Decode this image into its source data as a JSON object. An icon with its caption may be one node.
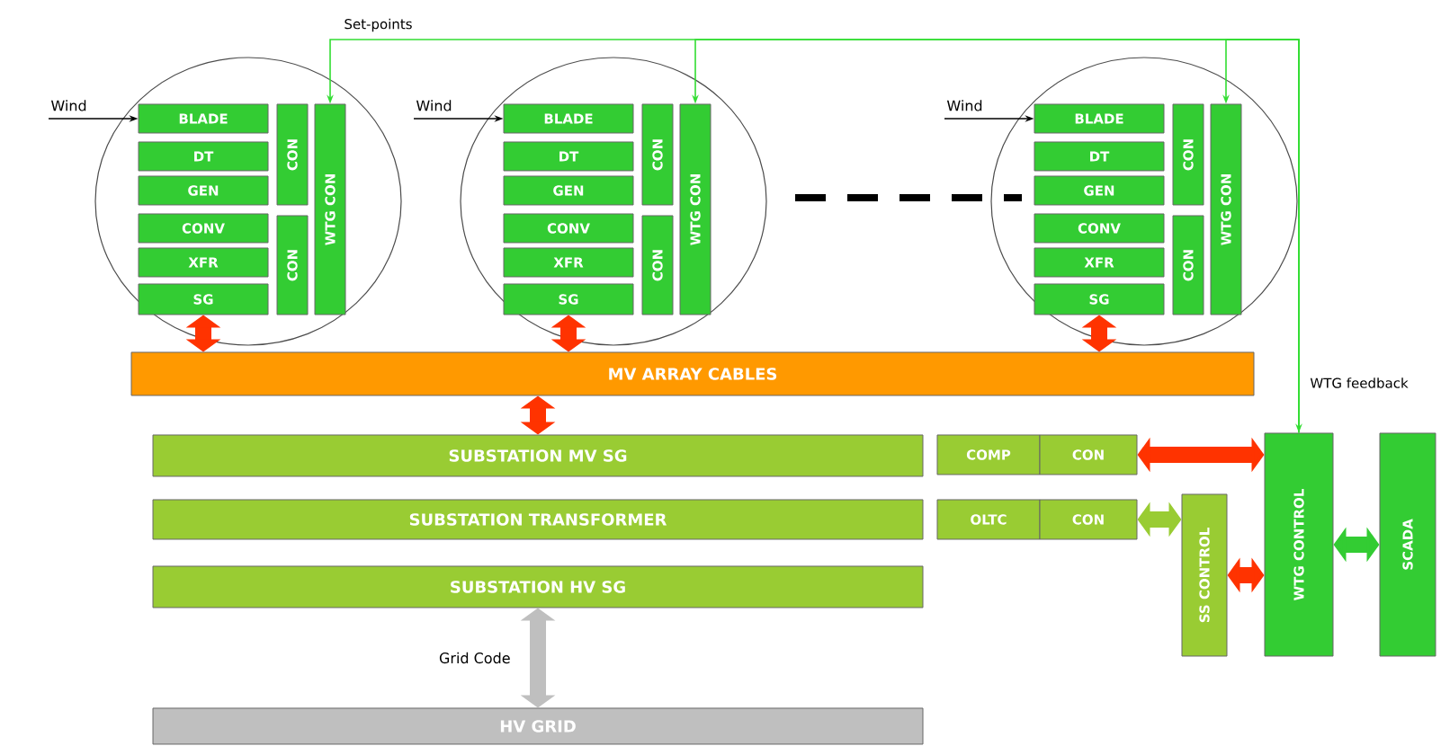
{
  "diagram": {
    "nodes": [
      {
        "text": [],
        "shape": "circle"
      },
      {
        "text": [
          "BLADE"
        ],
        "in": 0
      },
      {
        "text": [
          "DT"
        ],
        "in": 0
      },
      {
        "text": [
          "GEN"
        ],
        "in": 0
      },
      {
        "text": [
          "CONV"
        ],
        "in": 0
      },
      {
        "text": [
          "XFR"
        ],
        "in": 0
      },
      {
        "text": [
          "SG"
        ],
        "in": 0
      },
      {
        "text": [
          "CON"
        ],
        "in": 0
      },
      {
        "text": [
          "CON"
        ],
        "in": 0
      },
      {
        "text": [
          "WTG CON"
        ],
        "in": 0
      },
      {
        "text": [],
        "shape": "circle"
      },
      {
        "text": [
          "BLADE"
        ],
        "in": 10
      },
      {
        "text": [
          "DT"
        ],
        "in": 10
      },
      {
        "text": [
          "GEN"
        ],
        "in": 10
      },
      {
        "text": [
          "CONV"
        ],
        "in": 10
      },
      {
        "text": [
          "XFR"
        ],
        "in": 10
      },
      {
        "text": [
          "SG"
        ],
        "in": 10
      },
      {
        "text": [
          "CON"
        ],
        "in": 10
      },
      {
        "text": [
          "CON"
        ],
        "in": 10
      },
      {
        "text": [
          "WTG CON"
        ],
        "in": 10
      },
      {
        "text": [],
        "shape": "circle"
      },
      {
        "text": [
          "BLADE"
        ],
        "in": 20
      },
      {
        "text": [
          "DT"
        ],
        "in": 20
      },
      {
        "text": [
          "GEN"
        ],
        "in": 20
      },
      {
        "text": [
          "CONV"
        ],
        "in": 20
      },
      {
        "text": [
          "XFR"
        ],
        "in": 20
      },
      {
        "text": [
          "SG"
        ],
        "in": 20
      },
      {
        "text": [
          "CON"
        ],
        "in": 20
      },
      {
        "text": [
          "CON"
        ],
        "in": 20
      },
      {
        "text": [
          "WTG CON"
        ],
        "in": 20
      },
      {
        "text": [
          "MV ARRAY CABLES"
        ]
      },
      {
        "text": [
          "SUBSTATION  MV SG"
        ]
      },
      {
        "text": [
          "COMP"
        ]
      },
      {
        "text": [
          "CON"
        ]
      },
      {
        "text": [
          "SUBSTATION TRANSFORMER"
        ]
      },
      {
        "text": [
          "OLTC"
        ]
      },
      {
        "text": [
          "CON"
        ]
      },
      {
        "text": [
          "SS CONTROL"
        ]
      },
      {
        "text": [
          "WTG CONTROL"
        ]
      },
      {
        "text": [
          "SCADA"
        ]
      },
      {
        "text": [
          "SUBSTATION  HV SG"
        ]
      },
      {
        "text": [
          "HV GRID"
        ]
      }
    ],
    "edges": [
      {
        "from": null,
        "to": 1,
        "arrow": "to",
        "label": "Wind",
        "color": "#000000"
      },
      {
        "from": null,
        "to": 11,
        "arrow": "to",
        "label": "Wind",
        "color": "#000000"
      },
      {
        "from": null,
        "to": 21,
        "arrow": "to",
        "label": "Wind",
        "color": "#000000"
      },
      {
        "from": 6,
        "to": 30,
        "arrow": "both"
      },
      {
        "from": 16,
        "to": 30,
        "arrow": "both"
      },
      {
        "from": 26,
        "to": 30,
        "arrow": "both"
      },
      {
        "from": 30,
        "to": 31,
        "arrow": "both"
      },
      {
        "from": 33,
        "to": 38,
        "arrow": "both"
      },
      {
        "from": 36,
        "to": 37,
        "arrow": "both",
        "color": "#99cc33"
      },
      {
        "from": 37,
        "to": 38,
        "arrow": "both"
      },
      {
        "from": 38,
        "to": 39,
        "arrow": "both",
        "color": "#33cc33"
      },
      {
        "from": 40,
        "to": 41,
        "arrow": "both",
        "color": "#bfbfbf",
        "label": "Grid Code"
      },
      {
        "from": 38,
        "to": 9,
        "arrow": "to",
        "color": "#33dd33"
      },
      {
        "from": 38,
        "to": 19,
        "arrow": "to",
        "color": "#33dd33"
      },
      {
        "from": 38,
        "to": 29,
        "arrow": "both",
        "color": "#33dd33"
      }
    ],
    "labels": [
      "Set-points",
      "WTG feedback"
    ]
  }
}
